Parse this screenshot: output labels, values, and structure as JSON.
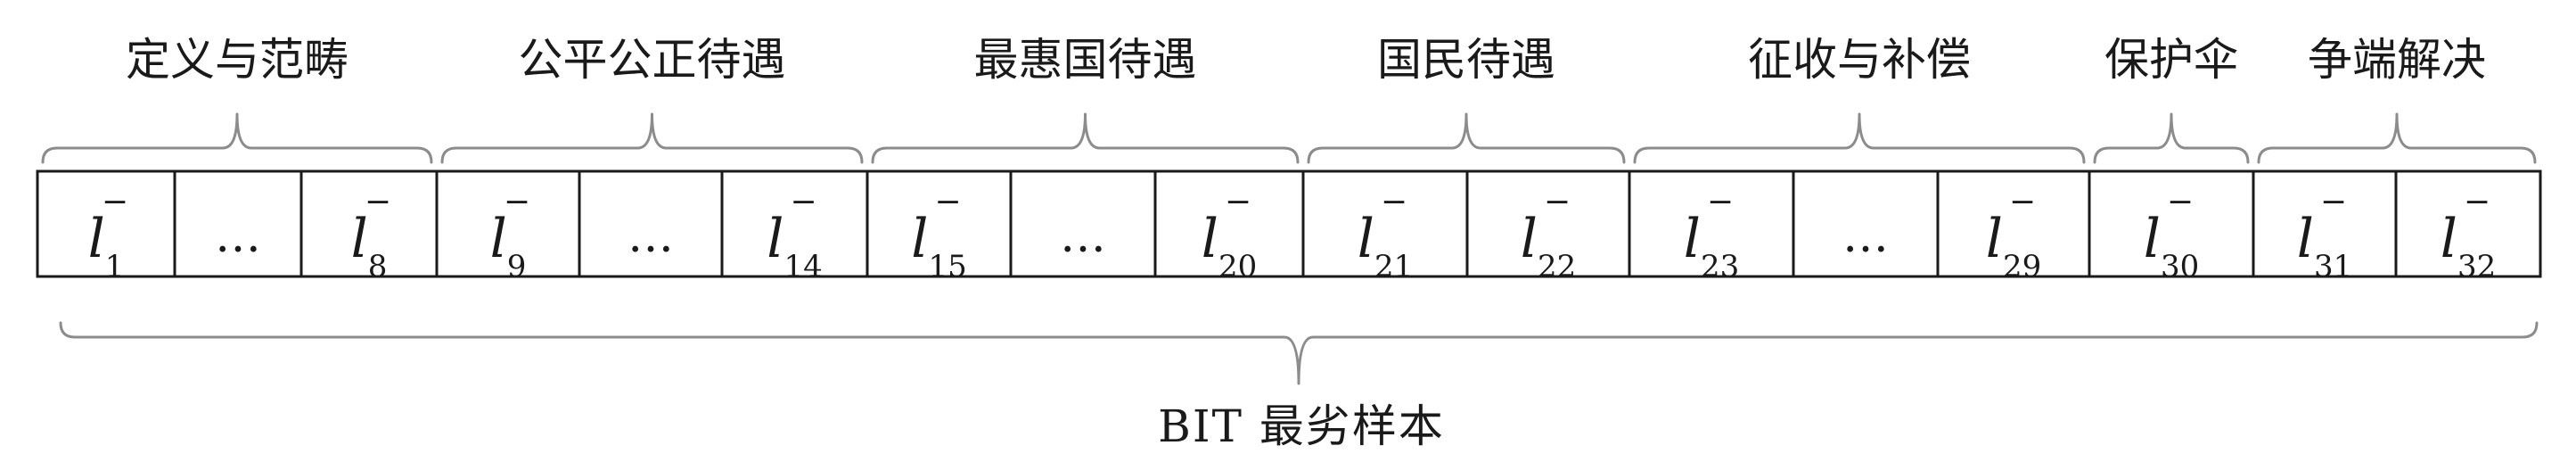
{
  "groups": [
    {
      "label": "定义与范畴",
      "first": 0,
      "last": 2
    },
    {
      "label": "公平公正待遇",
      "first": 3,
      "last": 5
    },
    {
      "label": "最惠国待遇",
      "first": 6,
      "last": 8
    },
    {
      "label": "国民待遇",
      "first": 9,
      "last": 10
    },
    {
      "label": "征收与补偿",
      "first": 11,
      "last": 13
    },
    {
      "label": "保护伞",
      "first": 14,
      "last": 14
    },
    {
      "label": "争端解决",
      "first": 15,
      "last": 16
    }
  ],
  "cells": [
    {
      "kind": "var",
      "base": "l",
      "sup": "−",
      "sub": "1"
    },
    {
      "kind": "dots",
      "text": "…"
    },
    {
      "kind": "var",
      "base": "l",
      "sup": "−",
      "sub": "8"
    },
    {
      "kind": "var",
      "base": "l",
      "sup": "−",
      "sub": "9"
    },
    {
      "kind": "dots",
      "text": "…"
    },
    {
      "kind": "var",
      "base": "l",
      "sup": "−",
      "sub": "14"
    },
    {
      "kind": "var",
      "base": "l",
      "sup": "−",
      "sub": "15"
    },
    {
      "kind": "dots",
      "text": "…"
    },
    {
      "kind": "var",
      "base": "l",
      "sup": "−",
      "sub": "20"
    },
    {
      "kind": "var",
      "base": "l",
      "sup": "−",
      "sub": "21"
    },
    {
      "kind": "var",
      "base": "l",
      "sup": "−",
      "sub": "22"
    },
    {
      "kind": "var",
      "base": "l",
      "sup": "−",
      "sub": "23"
    },
    {
      "kind": "dots",
      "text": "…"
    },
    {
      "kind": "var",
      "base": "l",
      "sup": "−",
      "sub": "29"
    },
    {
      "kind": "var",
      "base": "l",
      "sup": "−",
      "sub": "30"
    },
    {
      "kind": "var",
      "base": "l",
      "sup": "−",
      "sub": "31"
    },
    {
      "kind": "var",
      "base": "l",
      "sup": "−",
      "sub": "32"
    }
  ],
  "bottom_label": "BIT 最劣样本",
  "colors": {
    "text": "#1a1a1a",
    "brace": "#8c8c8c",
    "border": "#1a1a1a"
  }
}
